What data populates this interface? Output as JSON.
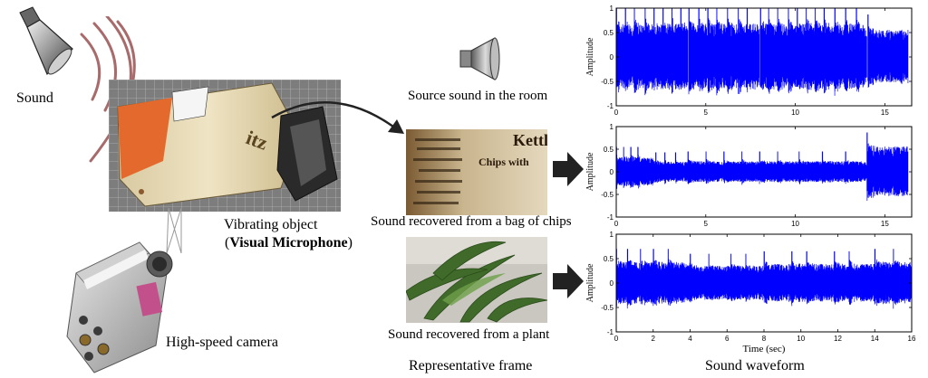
{
  "labels": {
    "sound": "Sound",
    "vibrating_object_line1": "Vibrating object",
    "open_paren": "(",
    "visual_microphone": "Visual Microphone",
    "close_paren": ")",
    "high_speed_camera": "High-speed camera",
    "source_sound": "Source sound in the room",
    "recovered_chips": "Sound recovered from a bag of chips",
    "recovered_plant": "Sound recovered from a plant",
    "representative_frame": "Representative frame",
    "sound_waveform": "Sound waveform",
    "chips_bag_text": "Chips with",
    "chips_bag_brand": "Kettle"
  },
  "colors": {
    "waveform": "#0000ff",
    "sound_waves": "#a86a6a",
    "arrow": "#222222",
    "grid_mat": "#8a8a8a"
  },
  "chart_data": [
    {
      "type": "line",
      "name": "source",
      "ylabel": "Amplitude",
      "xlabel": "",
      "xlim": [
        0,
        16.5
      ],
      "ylim": [
        -1,
        1
      ],
      "xticks": [
        0,
        5,
        10,
        15
      ],
      "yticks": [
        1,
        0.5,
        0,
        -0.5,
        -1
      ],
      "ytick_labels": [
        "1",
        "0.5",
        "0",
        "-0.5",
        "-1"
      ],
      "segments": [
        {
          "start": 0,
          "end": 4,
          "amp": 0.85,
          "bursts": [
            0,
            0.5,
            1,
            1.6,
            2.1,
            2.6,
            3.1,
            3.6
          ]
        },
        {
          "start": 4.05,
          "end": 8,
          "amp": 0.85,
          "bursts": [
            4.05,
            4.6,
            5.1,
            5.6,
            6.2,
            6.8,
            7.3
          ]
        },
        {
          "start": 8.05,
          "end": 14,
          "amp": 0.85,
          "bursts": [
            8.05,
            8.5,
            9.0,
            9.6,
            10.1,
            10.6,
            11.1,
            11.6,
            12.2,
            12.8,
            13.4
          ]
        },
        {
          "start": 14.05,
          "end": 16.3,
          "amp": 0.72,
          "bursts": [
            14.05
          ]
        }
      ]
    },
    {
      "type": "line",
      "name": "chips",
      "ylabel": "Amplitude",
      "xlabel": "",
      "xlim": [
        0,
        16.5
      ],
      "ylim": [
        -1,
        1
      ],
      "xticks": [
        0,
        5,
        10,
        15
      ],
      "yticks": [
        1,
        0.5,
        0,
        -0.5,
        -1
      ],
      "ytick_labels": [
        "1",
        "0.5",
        "0",
        "-0.5",
        "-1"
      ],
      "segments": [
        {
          "start": 0,
          "end": 2.2,
          "amp": 0.4,
          "bursts": [
            0,
            0.4,
            0.8,
            1.2
          ]
        },
        {
          "start": 2.2,
          "end": 4,
          "amp": 0.28,
          "bursts": [
            2.2,
            2.7,
            3.3
          ]
        },
        {
          "start": 4.0,
          "end": 8,
          "amp": 0.3,
          "bursts": [
            4.0,
            5.0,
            6.0,
            7.0
          ]
        },
        {
          "start": 8.0,
          "end": 14,
          "amp": 0.3,
          "bursts": [
            8.0,
            9.0,
            10.2,
            11.5,
            12.8
          ]
        },
        {
          "start": 14.0,
          "end": 16.3,
          "amp": 0.72,
          "bursts": [
            14.0
          ]
        }
      ]
    },
    {
      "type": "line",
      "name": "plant",
      "ylabel": "Amplitude",
      "xlabel": "Time (sec)",
      "xlim": [
        0,
        16
      ],
      "ylim": [
        -1,
        1
      ],
      "xticks": [
        0,
        2,
        4,
        6,
        8,
        10,
        12,
        14,
        16
      ],
      "yticks": [
        1,
        0.5,
        0,
        -0.5,
        -1
      ],
      "ytick_labels": [
        "1",
        "0.5",
        "0",
        "-0.5",
        "-1"
      ],
      "segments": [
        {
          "start": 0,
          "end": 4,
          "amp": 0.55,
          "bursts": [
            0,
            0.6,
            1.3,
            2.0,
            2.8
          ]
        },
        {
          "start": 4.0,
          "end": 8,
          "amp": 0.45,
          "bursts": [
            4.0,
            5.0,
            6.2,
            7.0
          ]
        },
        {
          "start": 8.0,
          "end": 14,
          "amp": 0.5,
          "bursts": [
            8.0,
            9.5,
            10.3,
            11.8,
            12.6
          ]
        },
        {
          "start": 14.0,
          "end": 16,
          "amp": 0.55,
          "bursts": [
            14.0,
            15.0
          ]
        }
      ]
    }
  ]
}
